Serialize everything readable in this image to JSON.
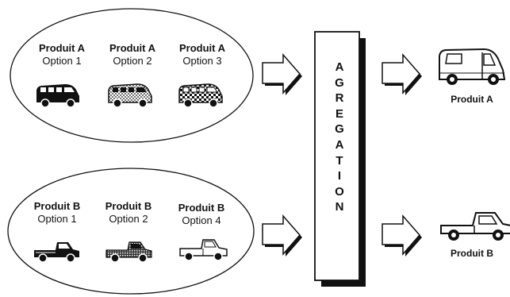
{
  "group_a": {
    "items": [
      {
        "name": "Produit A",
        "option": "Option 1"
      },
      {
        "name": "Produit A",
        "option": "Option 2"
      },
      {
        "name": "Produit A",
        "option": "Option 3"
      }
    ]
  },
  "group_b": {
    "items": [
      {
        "name": "Produit B",
        "option": "Option 1"
      },
      {
        "name": "Produit B",
        "option": "Option 2"
      },
      {
        "name": "Produit B",
        "option": "Option 4"
      }
    ]
  },
  "aggregation": {
    "letters": [
      "A",
      "G",
      "R",
      "E",
      "G",
      "A",
      "T",
      "I",
      "O",
      "N"
    ]
  },
  "outputs": {
    "a": {
      "label": "Produit A"
    },
    "b": {
      "label": "Produit B"
    }
  },
  "colors": {
    "ink": "#111111",
    "paper": "#ffffff",
    "box_shadow": "#111111"
  }
}
